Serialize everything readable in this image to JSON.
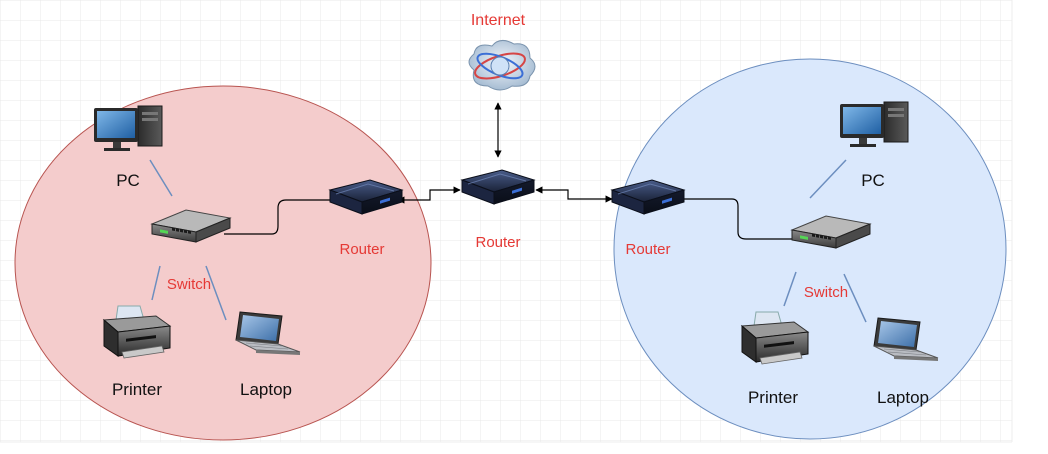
{
  "colors": {
    "red_label": "#e53935",
    "black_label": "#111111",
    "zone_left_fill": "#f4cccc",
    "zone_left_stroke": "#b85450",
    "zone_right_fill": "#dae8fc",
    "zone_right_stroke": "#6c8ebf",
    "link": "#000000",
    "wifi_link": "#6c8ebf",
    "grid": "#e6e6e6"
  },
  "internet": {
    "label": "Internet",
    "icon": "cloud-globe-icon"
  },
  "core_router": {
    "label": "Router",
    "icon": "router-icon"
  },
  "left_network": {
    "router_label": "Router",
    "switch_label": "Switch",
    "pc_label": "PC",
    "printer_label": "Printer",
    "laptop_label": "Laptop"
  },
  "right_network": {
    "router_label": "Router",
    "switch_label": "Switch",
    "pc_label": "PC",
    "printer_label": "Printer",
    "laptop_label": "Laptop"
  }
}
